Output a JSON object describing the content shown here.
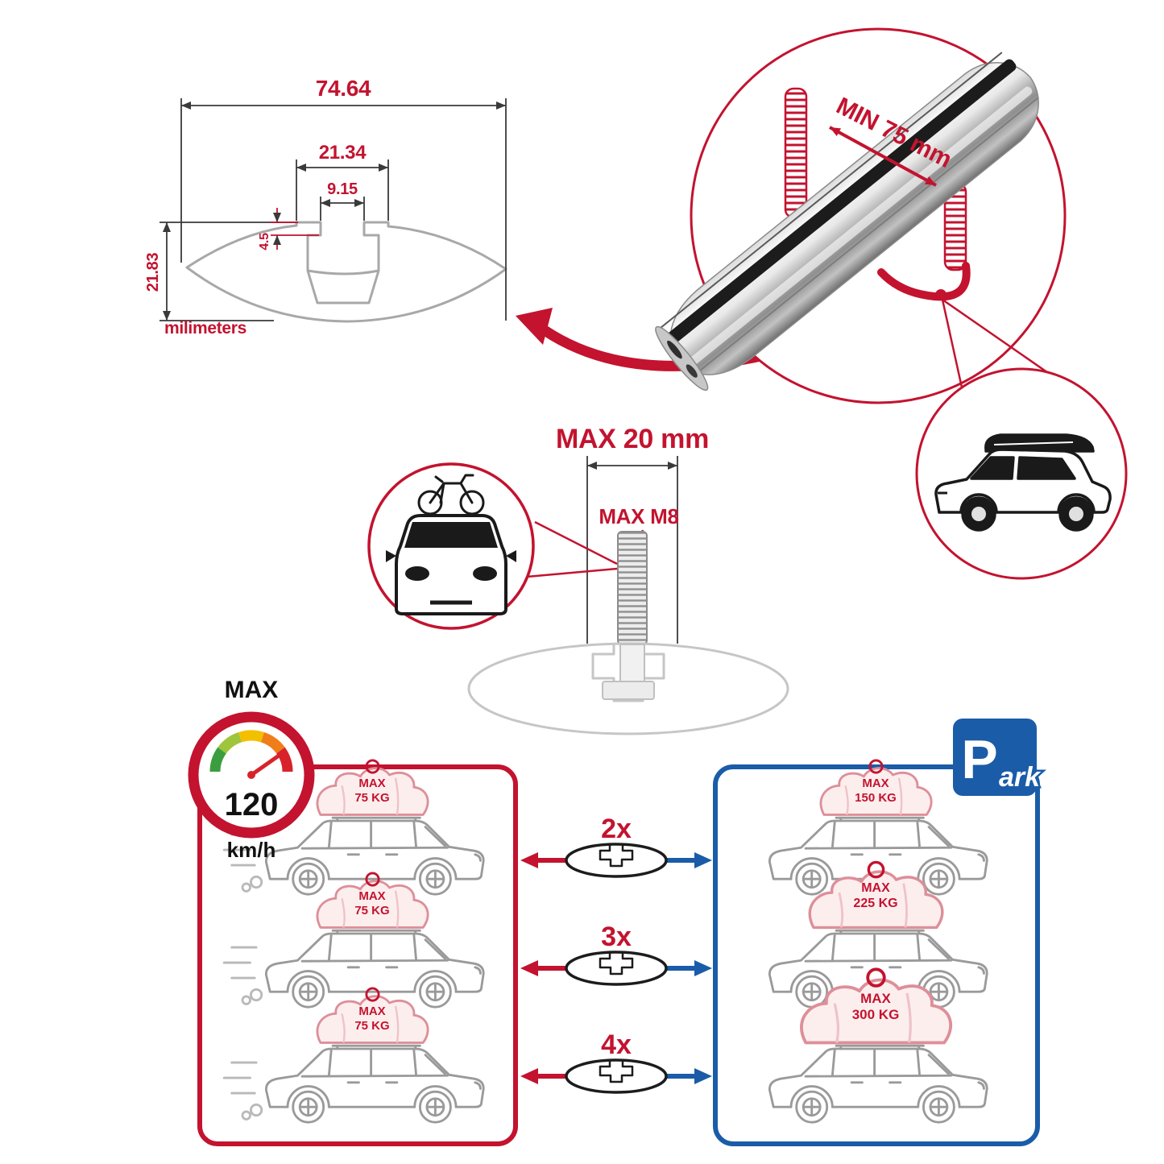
{
  "colors": {
    "accent_red": "#c3132f",
    "accent_blue": "#1a5ca8",
    "line_gray": "#9a9a9a",
    "ink": "#111111",
    "gauge_segments": [
      "#3a9e3e",
      "#9ec53b",
      "#f3c000",
      "#ef7d1a",
      "#d8232a"
    ]
  },
  "profile_dimensions": {
    "total_width": "74.64",
    "channel_width": "21.34",
    "slot_width": "9.15",
    "lip_depth": "4.5",
    "total_height": "21.83",
    "units": "milimeters"
  },
  "clamp_detail": {
    "min_label": "MIN 75 mm"
  },
  "bolt_detail": {
    "max_length": "MAX 20 mm",
    "max_thread": "MAX M8"
  },
  "speed_gauge": {
    "title": "MAX",
    "value": "120",
    "units": "km/h"
  },
  "driving_panel": {
    "cars": [
      {
        "max": "MAX",
        "load": "75 KG"
      },
      {
        "max": "MAX",
        "load": "75 KG"
      },
      {
        "max": "MAX",
        "load": "75 KG"
      }
    ]
  },
  "bar_quantities": [
    {
      "label": "2x"
    },
    {
      "label": "3x"
    },
    {
      "label": "4x"
    }
  ],
  "parked_panel": {
    "cars": [
      {
        "max": "MAX",
        "load": "150 KG"
      },
      {
        "max": "MAX",
        "load": "225 KG"
      },
      {
        "max": "MAX",
        "load": "300 KG"
      }
    ]
  },
  "park_sign": {
    "letter": "P",
    "suffix": "ark"
  }
}
